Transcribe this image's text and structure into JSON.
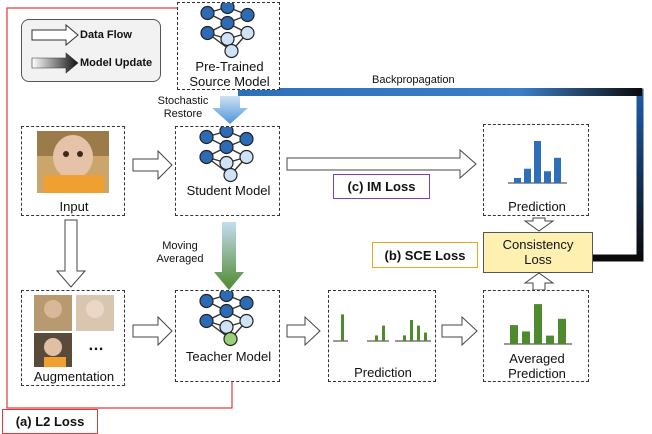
{
  "legend": {
    "data_flow": "Data Flow",
    "model_update": "Model Update"
  },
  "source_model": {
    "label": "Pre-Trained Source Model"
  },
  "backprop": {
    "label": "Backpropagation"
  },
  "stochastic": {
    "label": "Stochastic Restore"
  },
  "input": {
    "label": "Input"
  },
  "student": {
    "label": "Student Model"
  },
  "im_loss": {
    "label": "(c) IM Loss"
  },
  "prediction_top": {
    "label": "Prediction",
    "bars": [
      0.12,
      0.34,
      1.0,
      0.28,
      0.6
    ]
  },
  "moving": {
    "label": "Moving Averaged"
  },
  "sce_loss": {
    "label": "(b) SCE Loss"
  },
  "consistency": {
    "label": "Consistency Loss"
  },
  "augmentation": {
    "label": "Augmentation",
    "ellipsis": "…"
  },
  "teacher": {
    "label": "Teacher Model"
  },
  "prediction_mid": {
    "label": "Prediction",
    "groups": [
      [
        0.95
      ],
      [
        0.2,
        0.55
      ],
      [
        0.2,
        0.75,
        0.55,
        0.3
      ]
    ]
  },
  "averaged": {
    "label": "Averaged Prediction",
    "bars": [
      0.45,
      0.3,
      0.95,
      0.2,
      0.6
    ]
  },
  "l2_loss": {
    "label": "(a) L2 Loss"
  },
  "colors": {
    "red": "#e03a3a",
    "blue": "#2e6fba",
    "green": "#4e8a2e",
    "node": "#2d6bb6",
    "yellow": "#fdf0b0"
  }
}
